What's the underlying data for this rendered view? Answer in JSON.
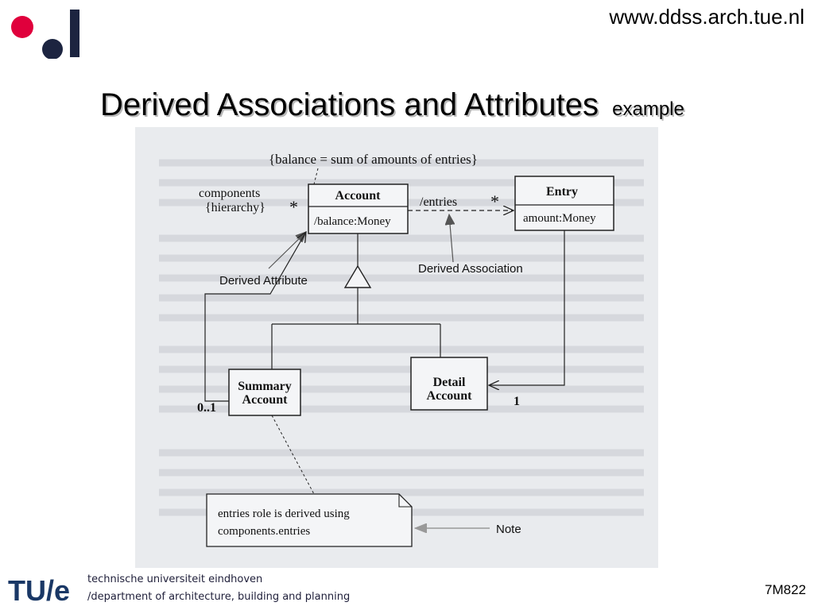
{
  "header": {
    "url": "www.ddss.arch.tue.nl",
    "title": "Derived Associations and Attributes",
    "subtitle": "example"
  },
  "diagram": {
    "constraint": "{balance = sum of amounts of entries}",
    "account_name": "Account",
    "account_attr": "/balance:Money",
    "entry_name": "Entry",
    "entry_attr": "amount:Money",
    "components_label_1": "components",
    "components_label_2": "{hierarchy}",
    "star_1": "*",
    "entries_role": "/entries",
    "star_2": "*",
    "derived_attribute_label": "Derived Attribute",
    "derived_association_label": "Derived Association",
    "summary_line_1": "Summary",
    "summary_line_2": "Account",
    "detail_line_1": "Detail",
    "detail_line_2": "Account",
    "mult_01": "0..1",
    "mult_1": "1",
    "note_line_1": "entries role is derived using",
    "note_line_2": "components.entries",
    "note_label": "Note"
  },
  "footer": {
    "university": "technische universiteit eindhoven",
    "department": "/department of architecture, building and planning",
    "course_code": "7M822"
  },
  "colors": {
    "brand_red": "#e0003c",
    "brand_navy": "#1c2440",
    "tue_blue": "#1a3866"
  }
}
